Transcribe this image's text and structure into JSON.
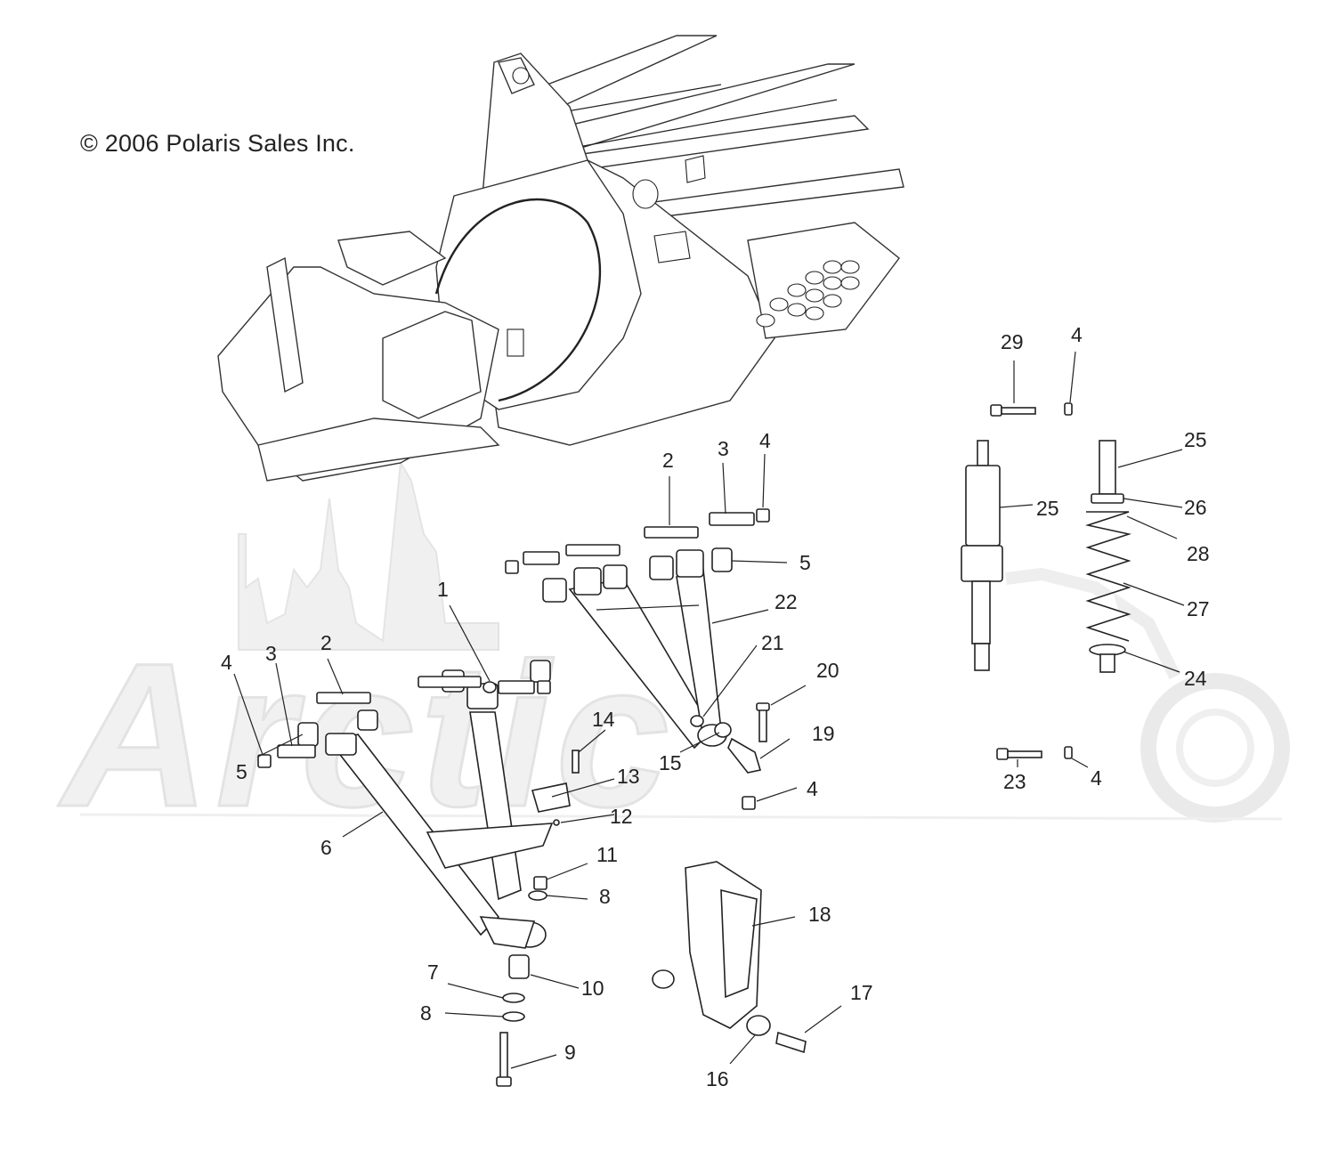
{
  "copyright": "© 2006 Polaris Sales Inc.",
  "watermark": "Arctic",
  "callouts": [
    {
      "id": "c29",
      "text": "29"
    },
    {
      "id": "c4a",
      "text": "4"
    },
    {
      "id": "c25a",
      "text": "25"
    },
    {
      "id": "c25b",
      "text": "25"
    },
    {
      "id": "c26",
      "text": "26"
    },
    {
      "id": "c28",
      "text": "28"
    },
    {
      "id": "c27",
      "text": "27"
    },
    {
      "id": "c24",
      "text": "24"
    },
    {
      "id": "c23",
      "text": "23"
    },
    {
      "id": "c4b",
      "text": "4"
    },
    {
      "id": "c2a",
      "text": "2"
    },
    {
      "id": "c3a",
      "text": "3"
    },
    {
      "id": "c4c",
      "text": "4"
    },
    {
      "id": "c5a",
      "text": "5"
    },
    {
      "id": "c22",
      "text": "22"
    },
    {
      "id": "c21",
      "text": "21"
    },
    {
      "id": "c20",
      "text": "20"
    },
    {
      "id": "c19",
      "text": "19"
    },
    {
      "id": "c15",
      "text": "15"
    },
    {
      "id": "c4d",
      "text": "4"
    },
    {
      "id": "c1",
      "text": "1"
    },
    {
      "id": "c4e",
      "text": "4"
    },
    {
      "id": "c3b",
      "text": "3"
    },
    {
      "id": "c2b",
      "text": "2"
    },
    {
      "id": "c5b",
      "text": "5"
    },
    {
      "id": "c6",
      "text": "6"
    },
    {
      "id": "c14",
      "text": "14"
    },
    {
      "id": "c13",
      "text": "13"
    },
    {
      "id": "c12",
      "text": "12"
    },
    {
      "id": "c11",
      "text": "11"
    },
    {
      "id": "c8a",
      "text": "8"
    },
    {
      "id": "c18",
      "text": "18"
    },
    {
      "id": "c7",
      "text": "7"
    },
    {
      "id": "c10",
      "text": "10"
    },
    {
      "id": "c8b",
      "text": "8"
    },
    {
      "id": "c9",
      "text": "9"
    },
    {
      "id": "c17",
      "text": "17"
    },
    {
      "id": "c16",
      "text": "16"
    }
  ]
}
